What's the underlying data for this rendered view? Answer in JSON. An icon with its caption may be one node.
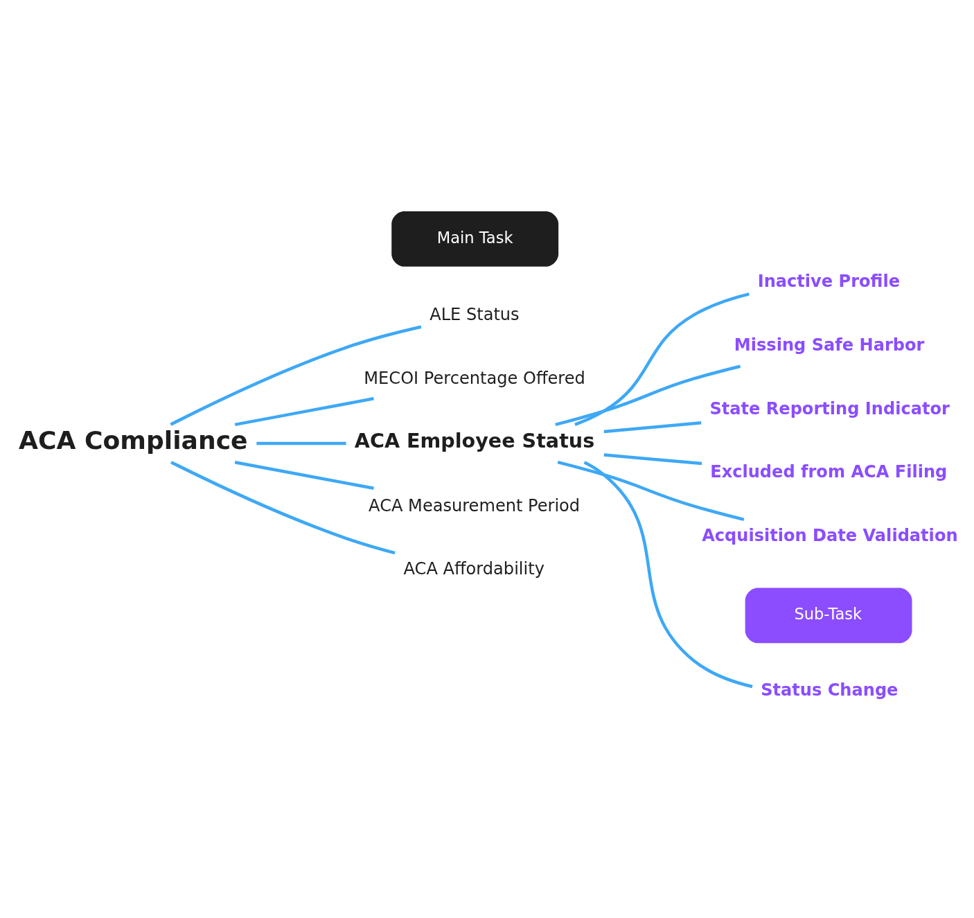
{
  "diagram": {
    "nodes": [
      {
        "text": [
          "ACA Compliance"
        ]
      },
      {
        "text": [
          "ALE Status"
        ]
      },
      {
        "text": [
          "MECOI Percentage Offered"
        ]
      },
      {
        "text": [
          "ACA Employee Status"
        ]
      },
      {
        "text": [
          "Status Change"
        ]
      },
      {
        "text": [
          "Inactive Profile"
        ]
      },
      {
        "text": [
          "Missing Safe Harbor"
        ]
      },
      {
        "text": [
          "State Reporting Indicator"
        ]
      },
      {
        "text": [
          "Excluded from ACA Filing"
        ]
      },
      {
        "text": [
          "Acquisition Date Validation"
        ]
      },
      {
        "text": [
          "ACA Measurement Period"
        ]
      },
      {
        "text": [
          "ACA Affordability"
        ]
      }
    ],
    "edges": [
      {
        "from": 0,
        "to": 1,
        "arrow": "none"
      },
      {
        "from": 0,
        "to": 2,
        "arrow": "none"
      },
      {
        "from": 0,
        "to": 3,
        "arrow": "none"
      },
      {
        "from": 3,
        "to": 4,
        "arrow": "none"
      },
      {
        "from": 3,
        "to": 5,
        "arrow": "none"
      },
      {
        "from": 3,
        "to": 6,
        "arrow": "none"
      },
      {
        "from": 3,
        "to": 7,
        "arrow": "none"
      },
      {
        "from": 3,
        "to": 8,
        "arrow": "none"
      },
      {
        "from": 3,
        "to": 9,
        "arrow": "none"
      },
      {
        "from": 0,
        "to": 10,
        "arrow": "none"
      },
      {
        "from": 0,
        "to": 11,
        "arrow": "none"
      }
    ],
    "legend": [
      {
        "text": "Main Task",
        "color": "#1e1e1e"
      },
      {
        "text": "Sub-Task",
        "color": "#8b4dff"
      }
    ]
  }
}
